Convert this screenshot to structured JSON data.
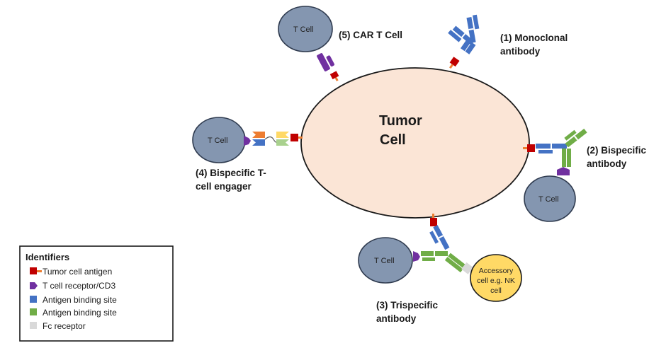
{
  "tumor": {
    "line1": "Tumor",
    "line2": "Cell"
  },
  "t_cell_label": "T Cell",
  "labels": {
    "car_t": "(5) CAR T Cell",
    "monoclonal_1": "(1) Monoclonal",
    "monoclonal_2": "antibody",
    "bispecific_1": "(2) Bispecific",
    "bispecific_2": "antibody",
    "trispecific_1": "(3) Trispecific",
    "trispecific_2": "antibody",
    "bite_1": "(4) Bispecific T-",
    "bite_2": "cell engager"
  },
  "accessory_cell": {
    "line1": "Accessory",
    "line2": "cell e.g. NK",
    "line3": "cell"
  },
  "legend": {
    "title": "Identifiers",
    "items": [
      {
        "label": "Tumor cell antigen",
        "icon": "tumor-antigen-icon"
      },
      {
        "label": "T cell receptor/CD3",
        "icon": "t-cell-receptor-icon"
      },
      {
        "label": "Antigen binding site",
        "icon": "blue-square-icon",
        "color": "#4472c4"
      },
      {
        "label": "Antigen binding site",
        "icon": "green-square-icon",
        "color": "#70ad47"
      },
      {
        "label": "Fc receptor",
        "icon": "grey-square-icon",
        "color": "#d9d9d9"
      }
    ]
  },
  "colors": {
    "tumor_fill": "#fbe5d6",
    "t_cell_fill": "#8496b0",
    "accessory_fill": "#ffd966",
    "antigen_red": "#c00000",
    "antigen_stem": "#ed7d31",
    "receptor_purple": "#7030a0",
    "binding_blue": "#4472c4",
    "binding_green": "#70ad47",
    "fc_grey": "#d9d9d9"
  }
}
